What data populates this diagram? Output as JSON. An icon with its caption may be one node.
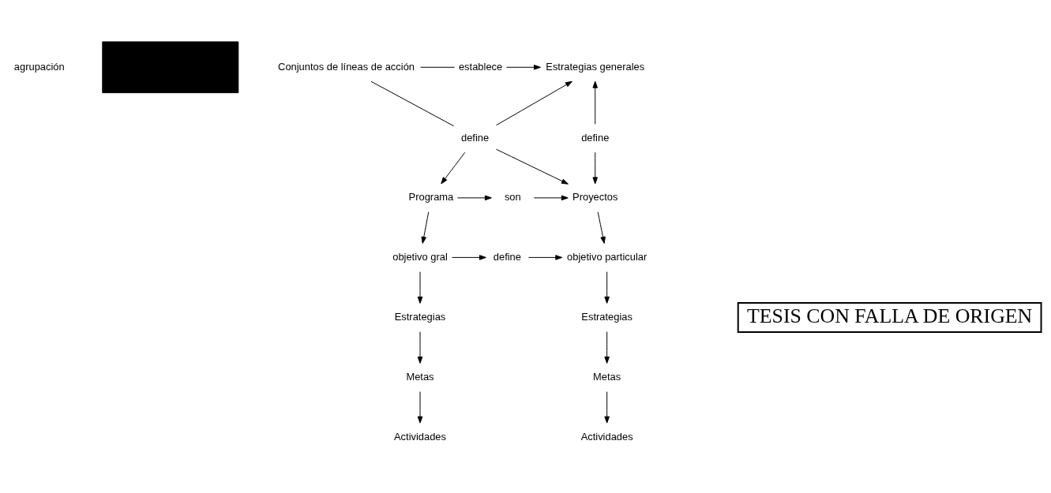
{
  "diagram": {
    "nodes": [
      {
        "text": [],
        "shape": "bar"
      },
      {
        "text": [
          "Conjuntos de líneas de acción"
        ]
      },
      {
        "text": [
          "establece"
        ]
      },
      {
        "text": [
          "Estrategias generales"
        ]
      },
      {
        "text": [
          "define"
        ]
      },
      {
        "text": [
          "define"
        ]
      },
      {
        "text": [
          "Programa"
        ]
      },
      {
        "text": [
          "son"
        ]
      },
      {
        "text": [
          "Proyectos"
        ]
      },
      {
        "text": [
          "objetivo gral"
        ]
      },
      {
        "text": [
          "define"
        ]
      },
      {
        "text": [
          "objetivo particular"
        ]
      },
      {
        "text": [
          "Estrategias"
        ]
      },
      {
        "text": [
          "Estrategias"
        ]
      },
      {
        "text": [
          "Metas"
        ]
      },
      {
        "text": [
          "Metas"
        ]
      },
      {
        "text": [
          "Actividades"
        ]
      },
      {
        "text": [
          "Actividades"
        ]
      },
      {
        "text": [
          "TESIS CON FALLA DE ORIGEN"
        ]
      }
    ],
    "edges": [
      {
        "from": 1,
        "to": 2,
        "arrow": "none"
      },
      {
        "from": 2,
        "to": 3,
        "arrow": "to"
      },
      {
        "from": 1,
        "to": 4,
        "arrow": "none"
      },
      {
        "from": 4,
        "to": 3,
        "arrow": "to"
      },
      {
        "from": 4,
        "to": 6,
        "arrow": "to"
      },
      {
        "from": 4,
        "to": 8,
        "arrow": "to"
      },
      {
        "from": 5,
        "to": 3,
        "arrow": "to"
      },
      {
        "from": 5,
        "to": 8,
        "arrow": "to"
      },
      {
        "from": 6,
        "to": 7,
        "arrow": "to"
      },
      {
        "from": 7,
        "to": 8,
        "arrow": "to"
      },
      {
        "from": 6,
        "to": 9,
        "arrow": "to"
      },
      {
        "from": 8,
        "to": 11,
        "arrow": "to"
      },
      {
        "from": 9,
        "to": 10,
        "arrow": "to"
      },
      {
        "from": 10,
        "to": 11,
        "arrow": "to"
      },
      {
        "from": 9,
        "to": 12,
        "arrow": "to"
      },
      {
        "from": 12,
        "to": 14,
        "arrow": "to"
      },
      {
        "from": 14,
        "to": 16,
        "arrow": "to"
      },
      {
        "from": 11,
        "to": 13,
        "arrow": "to"
      },
      {
        "from": 13,
        "to": 15,
        "arrow": "to"
      },
      {
        "from": 15,
        "to": 17,
        "arrow": "to"
      }
    ],
    "labels": [
      "agrupación"
    ]
  }
}
